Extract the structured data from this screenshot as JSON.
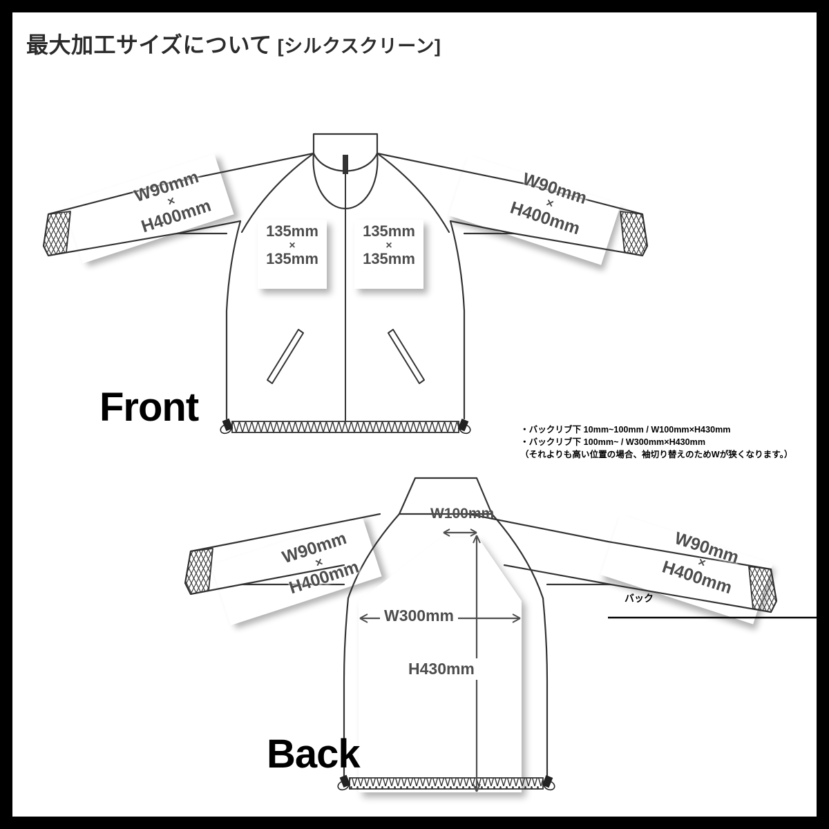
{
  "page": {
    "title_main": "最大加工サイズについて",
    "title_bracket": "[シルクスクリーン]",
    "border_color": "#000000",
    "background_color": "#ffffff",
    "dimension_text_color": "#4d4d4d",
    "outline_color": "#333333"
  },
  "front": {
    "view_label": "Front",
    "sleeve_left": {
      "line1": "W90mm",
      "sep": "×",
      "line2": "H400mm"
    },
    "sleeve_right": {
      "line1": "W90mm",
      "sep": "×",
      "line2": "H400mm"
    },
    "chest_left": {
      "line1": "135mm",
      "sep": "×",
      "line2": "135mm"
    },
    "chest_right": {
      "line1": "135mm",
      "sep": "×",
      "line2": "135mm"
    }
  },
  "back": {
    "view_label": "Back",
    "sleeve_left": {
      "line1": "W90mm",
      "sep": "×",
      "line2": "H400mm"
    },
    "sleeve_right": {
      "line1": "W90mm",
      "sep": "×",
      "line2": "H400mm"
    },
    "tag": "バック",
    "dim_top_width": "W100mm",
    "dim_body_width": "W300mm",
    "dim_height": "H430mm"
  },
  "notes": {
    "line1": "・バックリブ下 10mm~100mm / W100mm×H430mm",
    "line2": "・バックリブ下 100mm~ / W300mm×H430mm",
    "line3": "（それよりも高い位置の場合、袖切り替えのためWが狭くなります。）"
  }
}
